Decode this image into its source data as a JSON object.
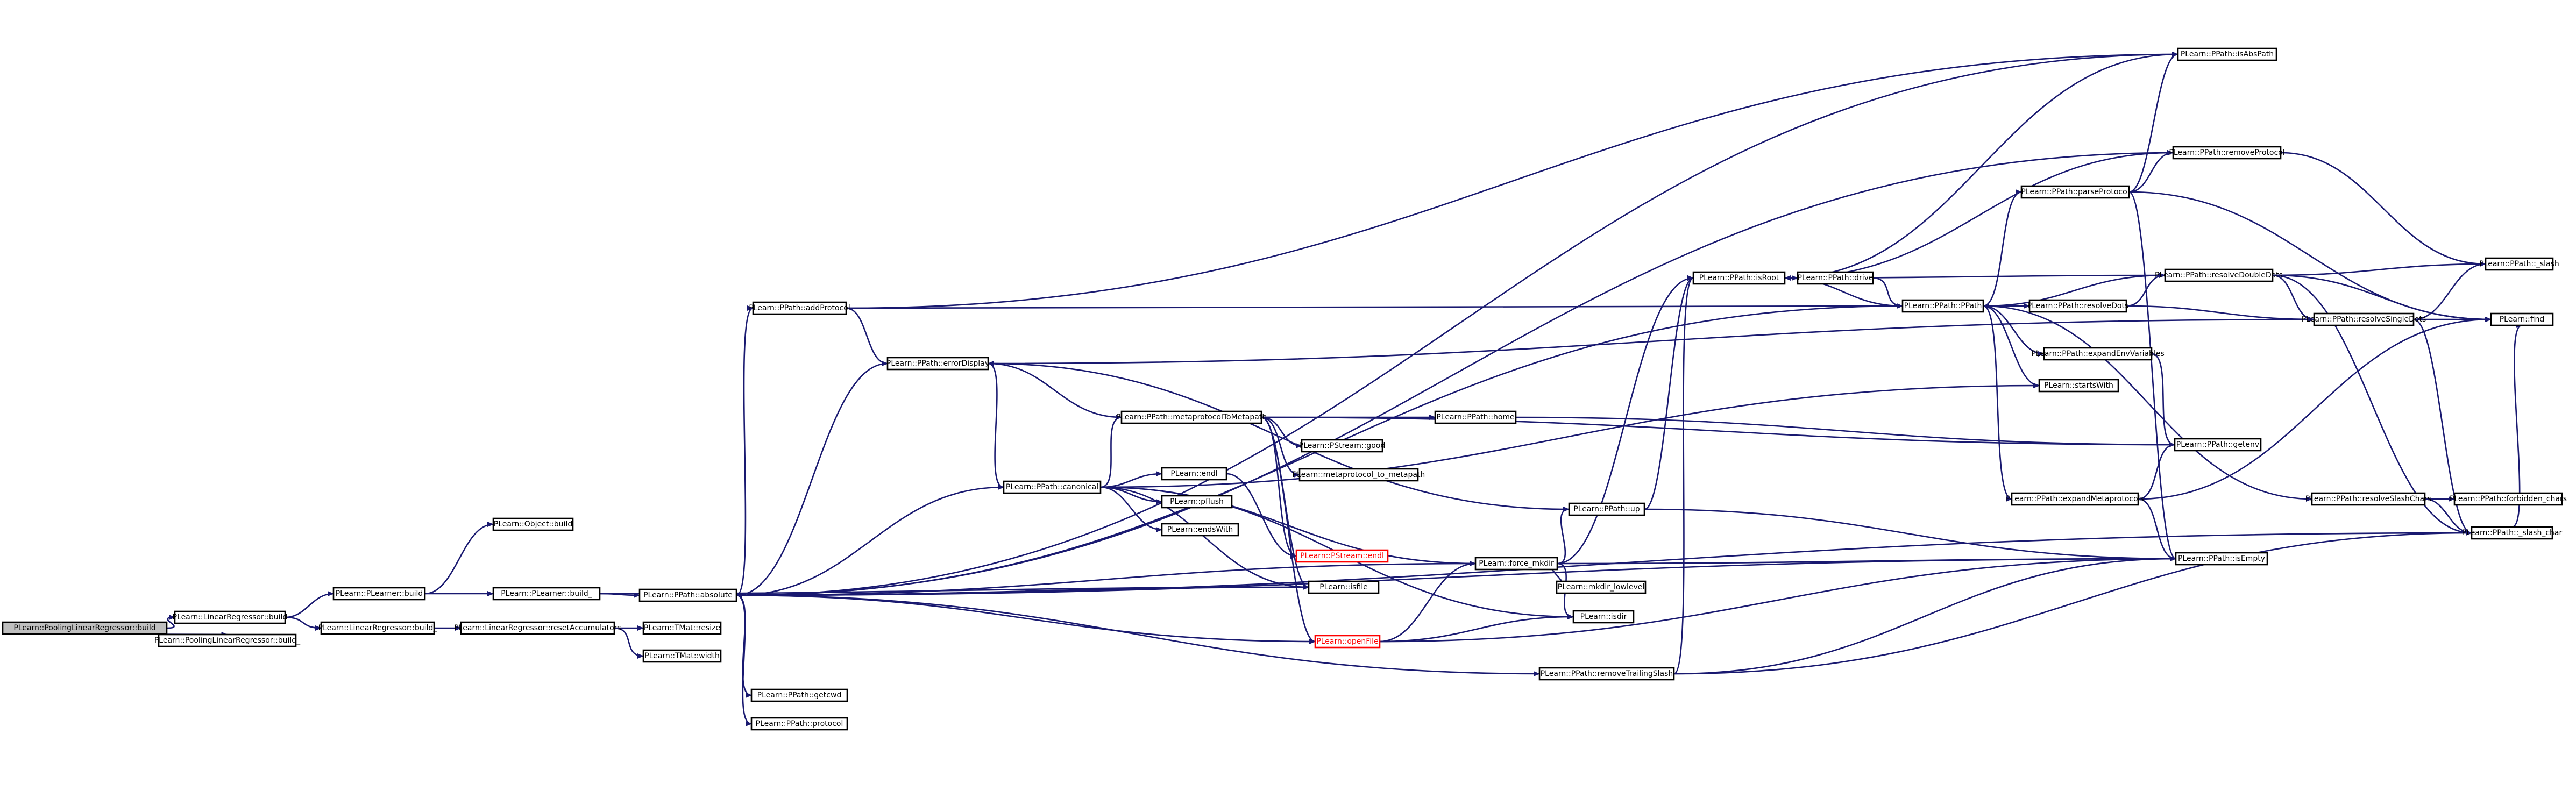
{
  "graph": {
    "nodes": [
      {
        "id": "root",
        "label": "PLearn::PoolingLinearRegressor::build",
        "root": true
      },
      {
        "id": "plrb_",
        "label": "PLearn::PoolingLinearRegressor::build_"
      },
      {
        "id": "lrb",
        "label": "PLearn::LinearRegressor::build"
      },
      {
        "id": "lrb_",
        "label": "PLearn::LinearRegressor::build_"
      },
      {
        "id": "plb",
        "label": "PLearn::PLearner::build"
      },
      {
        "id": "ob",
        "label": "PLearn::Object::build"
      },
      {
        "id": "plb_",
        "label": "PLearn::PLearner::build_"
      },
      {
        "id": "ra",
        "label": "PLearn::LinearRegressor::resetAccumulators"
      },
      {
        "id": "tresize",
        "label": "PLearn::TMat::resize"
      },
      {
        "id": "twidth",
        "label": "PLearn::TMat::width"
      },
      {
        "id": "abs",
        "label": "PLearn::PPath::absolute"
      },
      {
        "id": "addp",
        "label": "PLearn::PPath::addProtocol"
      },
      {
        "id": "errd",
        "label": "PLearn::PPath::errorDisplay"
      },
      {
        "id": "getcwd",
        "label": "PLearn::PPath::getcwd"
      },
      {
        "id": "proto",
        "label": "PLearn::PPath::protocol"
      },
      {
        "id": "canon",
        "label": "PLearn::PPath::canonical"
      },
      {
        "id": "m2m",
        "label": "PLearn::PPath::metaprotocolToMetapath"
      },
      {
        "id": "endl",
        "label": "PLearn::endl"
      },
      {
        "id": "pflush",
        "label": "PLearn::pflush"
      },
      {
        "id": "endsw",
        "label": "PLearn::endsWith"
      },
      {
        "id": "psendl",
        "label": "PLearn::PStream::endl",
        "red": true
      },
      {
        "id": "isfile",
        "label": "PLearn::isfile"
      },
      {
        "id": "openf",
        "label": "PLearn::openFile",
        "red": true
      },
      {
        "id": "home",
        "label": "PLearn::PPath::home"
      },
      {
        "id": "psgood",
        "label": "PLearn::PStream::good"
      },
      {
        "id": "mp2mp",
        "label": "PLearn::metaprotocol_to_metapath"
      },
      {
        "id": "fmkdir",
        "label": "PLearn::force_mkdir"
      },
      {
        "id": "mkdirl",
        "label": "PLearn::mkdir_lowlevel"
      },
      {
        "id": "isdir",
        "label": "PLearn::isdir"
      },
      {
        "id": "up",
        "label": "PLearn::PPath::up"
      },
      {
        "id": "rmts",
        "label": "PLearn::PPath::removeTrailingSlash"
      },
      {
        "id": "isroot",
        "label": "PLearn::PPath::isRoot"
      },
      {
        "id": "drive",
        "label": "PLearn::PPath::drive"
      },
      {
        "id": "ppath",
        "label": "PLearn::PPath::PPath"
      },
      {
        "id": "resd",
        "label": "PLearn::PPath::resolveDots"
      },
      {
        "id": "expenv",
        "label": "PLearn::PPath::expandEnvVariables"
      },
      {
        "id": "startsw",
        "label": "PLearn::startsWith"
      },
      {
        "id": "expmp",
        "label": "PLearn::PPath::expandMetaprotocols"
      },
      {
        "id": "parsep",
        "label": "PLearn::PPath::parseProtocol"
      },
      {
        "id": "isabs",
        "label": "PLearn::PPath::isAbsPath"
      },
      {
        "id": "rmp",
        "label": "PLearn::PPath::removeProtocol"
      },
      {
        "id": "resdd",
        "label": "PLearn::PPath::resolveDoubleDots"
      },
      {
        "id": "ressd",
        "label": "PLearn::PPath::resolveSingleDots"
      },
      {
        "id": "resslash",
        "label": "PLearn::PPath::resolveSlashChars"
      },
      {
        "id": "slash",
        "label": "PLearn::PPath::_slash"
      },
      {
        "id": "find",
        "label": "PLearn::find"
      },
      {
        "id": "getenv",
        "label": "PLearn::PPath::getenv"
      },
      {
        "id": "isempty",
        "label": "PLearn::PPath::isEmpty"
      },
      {
        "id": "forbid",
        "label": "PLearn::PPath::forbidden_chars"
      },
      {
        "id": "slashc",
        "label": "PLearn::PPath::_slash_char"
      }
    ],
    "edges": [
      [
        "root",
        "lrb"
      ],
      [
        "root",
        "plrb_"
      ],
      [
        "lrb",
        "plb"
      ],
      [
        "lrb",
        "lrb_"
      ],
      [
        "lrb_",
        "ra"
      ],
      [
        "ra",
        "tresize"
      ],
      [
        "ra",
        "twidth"
      ],
      [
        "plb",
        "ob"
      ],
      [
        "plb",
        "plb_"
      ],
      [
        "plb_",
        "abs"
      ],
      [
        "plb_",
        "isfile"
      ],
      [
        "abs",
        "addp"
      ],
      [
        "abs",
        "errd"
      ],
      [
        "abs",
        "getcwd"
      ],
      [
        "abs",
        "proto"
      ],
      [
        "abs",
        "isabs"
      ],
      [
        "abs",
        "rmp"
      ],
      [
        "abs",
        "canon"
      ],
      [
        "abs",
        "ppath"
      ],
      [
        "abs",
        "isempty"
      ],
      [
        "abs",
        "rmts"
      ],
      [
        "abs",
        "slashc"
      ],
      [
        "addp",
        "errd"
      ],
      [
        "addp",
        "ppath"
      ],
      [
        "addp",
        "isabs"
      ],
      [
        "errd",
        "canon"
      ],
      [
        "canon",
        "m2m"
      ],
      [
        "canon",
        "endl"
      ],
      [
        "canon",
        "pflush"
      ],
      [
        "canon",
        "endsw"
      ],
      [
        "canon",
        "startsw"
      ],
      [
        "canon",
        "isfile"
      ],
      [
        "canon",
        "isdir"
      ],
      [
        "canon",
        "fmkdir"
      ],
      [
        "m2m",
        "errd"
      ],
      [
        "m2m",
        "home"
      ],
      [
        "m2m",
        "psgood"
      ],
      [
        "m2m",
        "mp2mp"
      ],
      [
        "m2m",
        "getenv"
      ],
      [
        "m2m",
        "psendl"
      ],
      [
        "m2m",
        "openf"
      ],
      [
        "m2m",
        "isfile"
      ],
      [
        "endl",
        "psendl"
      ],
      [
        "openf",
        "abs"
      ],
      [
        "openf",
        "fmkdir"
      ],
      [
        "openf",
        "isdir"
      ],
      [
        "openf",
        "isempty"
      ],
      [
        "isfile",
        "abs"
      ],
      [
        "fmkdir",
        "abs"
      ],
      [
        "fmkdir",
        "mkdirl"
      ],
      [
        "fmkdir",
        "isdir"
      ],
      [
        "fmkdir",
        "up"
      ],
      [
        "fmkdir",
        "isroot"
      ],
      [
        "fmkdir",
        "isempty"
      ],
      [
        "up",
        "errd"
      ],
      [
        "up",
        "isroot"
      ],
      [
        "up",
        "isempty"
      ],
      [
        "rmts",
        "isroot"
      ],
      [
        "rmts",
        "isempty"
      ],
      [
        "rmts",
        "slashc"
      ],
      [
        "isroot",
        "drive"
      ],
      [
        "isroot",
        "ppath"
      ],
      [
        "isroot",
        "isabs"
      ],
      [
        "isroot",
        "rmp"
      ],
      [
        "drive",
        "ppath"
      ],
      [
        "ppath",
        "resd"
      ],
      [
        "ppath",
        "expenv"
      ],
      [
        "ppath",
        "startsw"
      ],
      [
        "ppath",
        "expmp"
      ],
      [
        "ppath",
        "parsep"
      ],
      [
        "ppath",
        "resslash"
      ],
      [
        "resd",
        "resdd"
      ],
      [
        "resd",
        "ressd"
      ],
      [
        "resdd",
        "isroot"
      ],
      [
        "resdd",
        "ppath"
      ],
      [
        "resdd",
        "slash"
      ],
      [
        "resdd",
        "find"
      ],
      [
        "resdd",
        "ressd"
      ],
      [
        "resdd",
        "slashc"
      ],
      [
        "ressd",
        "find"
      ],
      [
        "ressd",
        "slash"
      ],
      [
        "ressd",
        "errd"
      ],
      [
        "ressd",
        "slashc"
      ],
      [
        "expenv",
        "getenv"
      ],
      [
        "expmp",
        "getenv"
      ],
      [
        "expmp",
        "find"
      ],
      [
        "expmp",
        "isempty"
      ],
      [
        "parsep",
        "isabs"
      ],
      [
        "parsep",
        "rmp"
      ],
      [
        "parsep",
        "find"
      ],
      [
        "parsep",
        "isempty"
      ],
      [
        "rmp",
        "slash"
      ],
      [
        "resslash",
        "forbid"
      ],
      [
        "resslash",
        "slashc"
      ],
      [
        "home",
        "getenv"
      ],
      [
        "slashc",
        "find"
      ]
    ]
  },
  "colors": {
    "edge": "#191970",
    "node_border": "#000000",
    "root_fill": "#bfbfbf",
    "red": "#ff0000",
    "background": "#ffffff"
  }
}
